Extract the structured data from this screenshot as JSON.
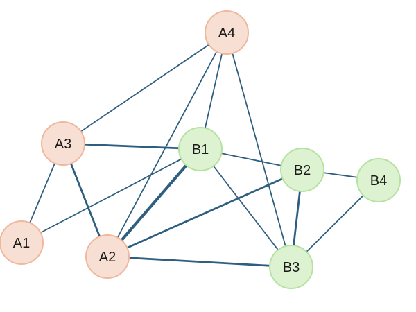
{
  "nodes": [
    {
      "id": "A1",
      "label": "A1",
      "group": "A"
    },
    {
      "id": "A2",
      "label": "A2",
      "group": "A"
    },
    {
      "id": "A3",
      "label": "A3",
      "group": "A"
    },
    {
      "id": "A4",
      "label": "A4",
      "group": "A"
    },
    {
      "id": "B1",
      "label": "B1",
      "group": "B"
    },
    {
      "id": "B2",
      "label": "B2",
      "group": "B"
    },
    {
      "id": "B3",
      "label": "B3",
      "group": "B"
    },
    {
      "id": "B4",
      "label": "B4",
      "group": "B"
    }
  ],
  "edges": [
    {
      "from": "A1",
      "to": "A3",
      "weight": "normal"
    },
    {
      "from": "A1",
      "to": "B1",
      "weight": "normal"
    },
    {
      "from": "A3",
      "to": "A4",
      "weight": "normal"
    },
    {
      "from": "A3",
      "to": "B1",
      "weight": "medium"
    },
    {
      "from": "A3",
      "to": "A2",
      "weight": "medium"
    },
    {
      "from": "A2",
      "to": "A4",
      "weight": "normal"
    },
    {
      "from": "A2",
      "to": "B1",
      "weight": "heavy"
    },
    {
      "from": "A2",
      "to": "B2",
      "weight": "medium"
    },
    {
      "from": "A2",
      "to": "B3",
      "weight": "medium"
    },
    {
      "from": "A4",
      "to": "B1",
      "weight": "normal"
    },
    {
      "from": "A4",
      "to": "B3",
      "weight": "normal"
    },
    {
      "from": "B1",
      "to": "B2",
      "weight": "normal"
    },
    {
      "from": "B1",
      "to": "B3",
      "weight": "normal"
    },
    {
      "from": "B2",
      "to": "B3",
      "weight": "medium"
    },
    {
      "from": "B2",
      "to": "B4",
      "weight": "normal"
    },
    {
      "from": "B3",
      "to": "B4",
      "weight": "normal"
    }
  ],
  "colors": {
    "group_A_fill": "#f7dfd3",
    "group_A_stroke": "#f0b79c",
    "group_B_fill": "#dcf2d0",
    "group_B_stroke": "#b6e2a1",
    "edge": "#2f5f80"
  }
}
